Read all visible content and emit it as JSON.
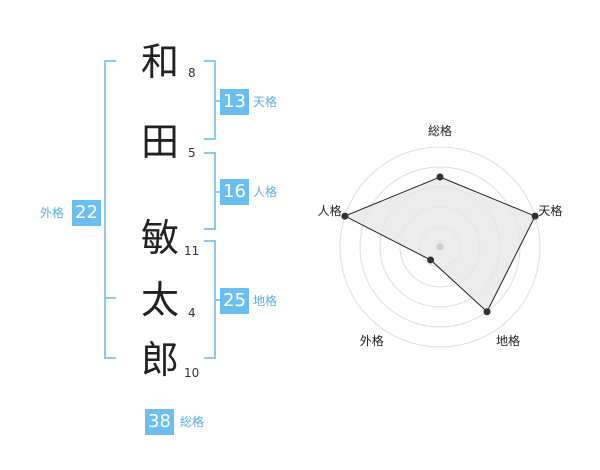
{
  "name": {
    "characters": [
      {
        "char": "和",
        "strokes": "8"
      },
      {
        "char": "田",
        "strokes": "5"
      },
      {
        "char": "敏",
        "strokes": "11"
      },
      {
        "char": "太",
        "strokes": "4"
      },
      {
        "char": "郎",
        "strokes": "10"
      }
    ]
  },
  "kakusu": {
    "tenkaku": {
      "value": "13",
      "label": "天格"
    },
    "jinkaku": {
      "value": "16",
      "label": "人格"
    },
    "chikaku": {
      "value": "25",
      "label": "地格"
    },
    "gaikaku": {
      "value": "22",
      "label": "外格"
    },
    "soukaku": {
      "value": "38",
      "label": "総格"
    }
  },
  "colors": {
    "accent": "#6cbef0",
    "bracket": "#8fc9ef",
    "radar_fill": "#e6e6e6"
  },
  "chart_data": {
    "type": "radar",
    "axes": [
      "総格",
      "天格",
      "地格",
      "外格",
      "人格"
    ],
    "levels": 5,
    "values": [
      3.5,
      5,
      4,
      0.8,
      5
    ]
  }
}
